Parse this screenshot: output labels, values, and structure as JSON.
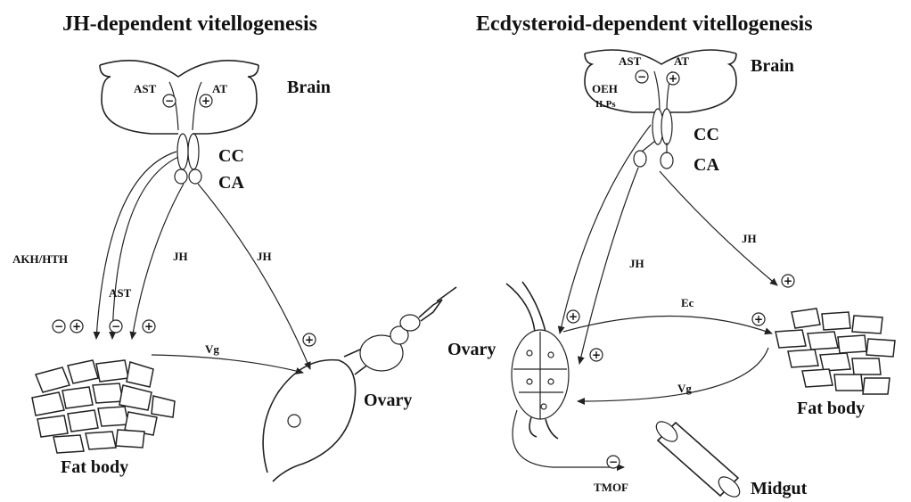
{
  "left_panel": {
    "title": "JH-dependent vitellogenesis",
    "brain": "Brain",
    "ast": "AST",
    "at": "AT",
    "cc": "CC",
    "ca": "CA",
    "akh_hth": "AKH/HTH",
    "ast_arrow": "AST",
    "jh_left": "JH",
    "jh_right": "JH",
    "vg": "Vg",
    "fat_body": "Fat body",
    "ovary": "Ovary",
    "signs": {
      "ast": "−",
      "at": "+",
      "akh_1": "−",
      "akh_2": "+",
      "ast_arrow": "−",
      "jh_left": "+",
      "jh_right": "+"
    }
  },
  "right_panel": {
    "title": "Ecdysteroid-dependent vitellogenesis",
    "brain": "Brain",
    "ast": "AST",
    "at": "AT",
    "oeh": "OEH",
    "ilps": "ILPs",
    "cc": "CC",
    "ca": "CA",
    "jh_left": "JH",
    "jh_right": "JH",
    "ec": "Ec",
    "vg": "Vg",
    "ovary": "Ovary",
    "fat_body": "Fat body",
    "tmof": "TMOF",
    "midgut": "Midgut",
    "signs": {
      "ast": "−",
      "at": "+",
      "oeh": "+",
      "jh": "+",
      "jh_fat": "+",
      "ec_fat": "+",
      "tmof": "−"
    }
  }
}
